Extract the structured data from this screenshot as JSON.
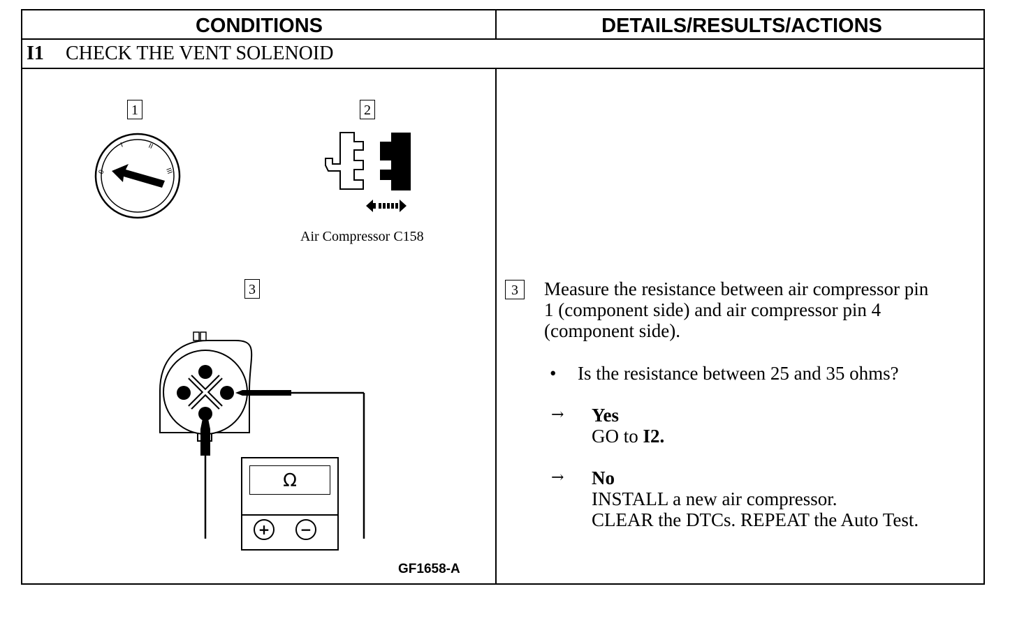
{
  "header": {
    "conditions": "CONDITIONS",
    "details": "DETAILS/RESULTS/ACTIONS"
  },
  "step": {
    "id": "I1",
    "title": "CHECK THE VENT SOLENOID"
  },
  "conditions": {
    "item1_num": "1",
    "item2_num": "2",
    "item2_caption": "Air Compressor C158",
    "item3_num": "3",
    "ohm_symbol": "Ω",
    "plus_symbol": "+",
    "minus_symbol": "−",
    "figure_ref": "GF1658-A",
    "ignition_labels": [
      "0",
      "I",
      "II",
      "III"
    ],
    "icons": [
      "ignition-switch-icon",
      "connector-disconnect-icon",
      "connector-pin-face-icon",
      "ohmmeter-icon"
    ]
  },
  "details": {
    "step_num": "3",
    "instruction_line1": "Measure the resistance between air compressor pin",
    "instruction_line2": "1 (component side) and air compressor pin 4",
    "instruction_line3": "(component side).",
    "bullet": "•",
    "question": "Is the resistance between 25 and 35 ohms?",
    "arrow": "→",
    "yes_label": "Yes",
    "yes_action_prefix": "GO to ",
    "yes_action_target": "I2.",
    "no_label": "No",
    "no_action_line1": "INSTALL a new air compressor.",
    "no_action_line2": "CLEAR the DTCs. REPEAT the Auto Test."
  }
}
